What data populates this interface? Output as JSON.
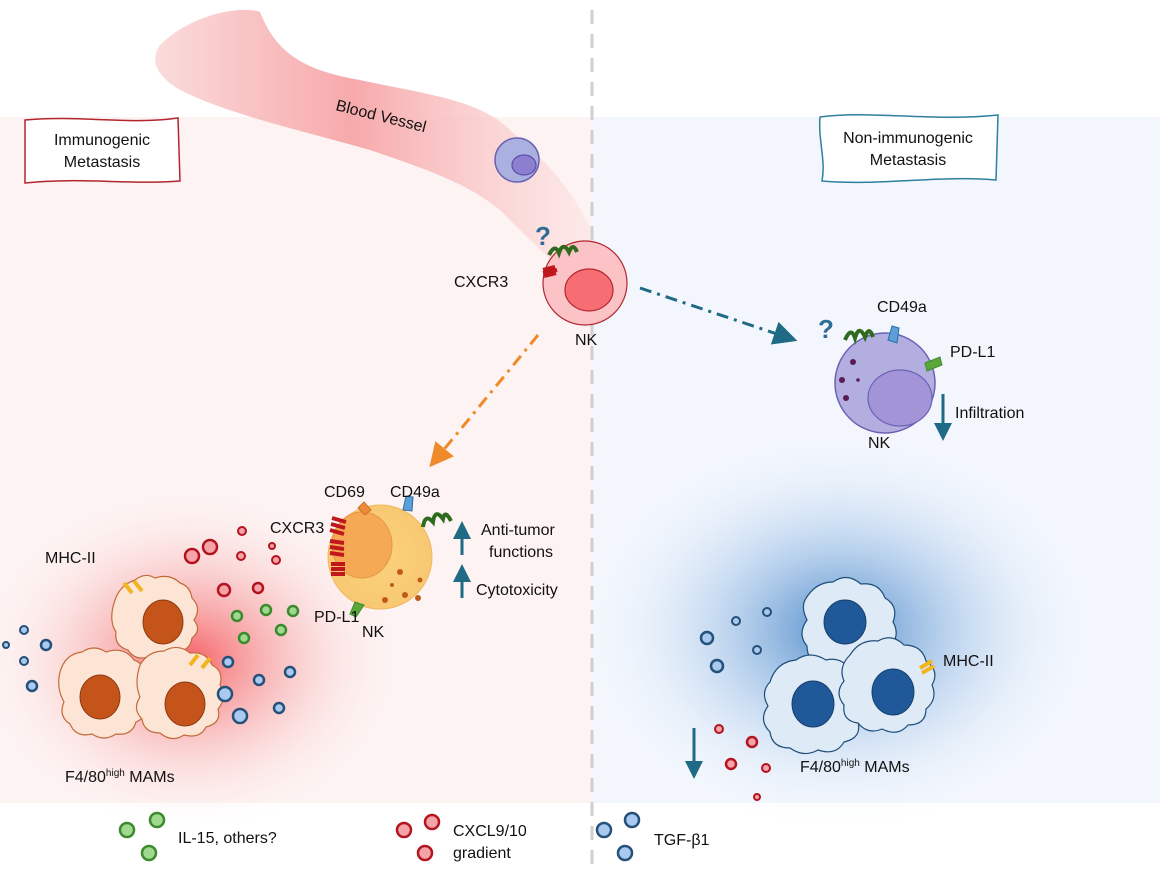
{
  "panels": {
    "left": {
      "title_line1": "Immunogenic",
      "title_line2": "Metastasis",
      "border_color": "#b3262e",
      "bg_color": "#fdf3f2"
    },
    "right": {
      "title_line1": "Non-immunogenic",
      "title_line2": "Metastasis",
      "border_color": "#2e7fa0",
      "bg_color": "#f3f7fd"
    }
  },
  "vessel": {
    "label": "Blood Vessel"
  },
  "circulating_nk": {
    "cell_label": "NK",
    "receptor_label": "CXCR3",
    "unknown_receptor": "?"
  },
  "immunogenic_nk": {
    "cell_label": "NK",
    "markers": [
      "CD69",
      "CD49a",
      "CXCR3",
      "PD-L1"
    ],
    "effects": [
      {
        "direction": "up",
        "line1": "Anti-tumor",
        "line2": "functions"
      },
      {
        "direction": "up",
        "line1": "Cytotoxicity",
        "line2": ""
      }
    ]
  },
  "non_immunogenic_nk": {
    "cell_label": "NK",
    "markers": [
      "CD49a",
      "PD-L1"
    ],
    "unknown_receptor": "?",
    "effect": {
      "direction": "down",
      "label": "Infiltration"
    }
  },
  "macrophages_left": {
    "label_main": "F4/80",
    "label_sup": "high",
    "label_tail": " MAMs",
    "marker": "MHC-II"
  },
  "macrophages_right": {
    "label_main": "F4/80",
    "label_sup": "high",
    "label_tail": " MAMs",
    "marker": "MHC-II"
  },
  "legend": [
    {
      "name": "il15",
      "label_line1": "IL-15, others?",
      "label_line2": "",
      "fill": "#9fd88e",
      "stroke": "#3c8a2e"
    },
    {
      "name": "cxcl",
      "label_line1": "CXCL9/10",
      "label_line2": "gradient",
      "fill": "#f4a3a8",
      "stroke": "#b3141f"
    },
    {
      "name": "tgf",
      "label_line1": "TGF-β1",
      "label_line2": "",
      "fill": "#a9c9ee",
      "stroke": "#24507a"
    }
  ],
  "colors": {
    "orange_arrow": "#ef8a2b",
    "teal_arrow": "#1f6a84",
    "cxcr3_red": "#c0171d",
    "receptor_green": "#2f6a1f",
    "cd49a_blue": "#5a9fd8",
    "pdl1_green": "#5aa83a",
    "cd69_orange": "#ef8a3a",
    "mhc_yellow": "#f2b41f"
  }
}
